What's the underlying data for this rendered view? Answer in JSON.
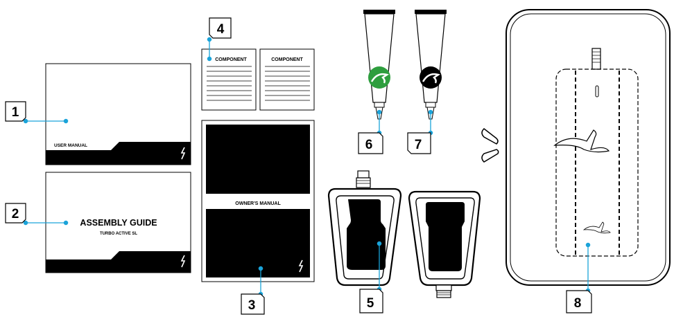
{
  "callouts": [
    {
      "number": "1",
      "part": "user-manual"
    },
    {
      "number": "2",
      "part": "assembly-guide"
    },
    {
      "number": "3",
      "part": "owners-manual"
    },
    {
      "number": "4",
      "part": "component-sheets"
    },
    {
      "number": "5",
      "part": "pedals"
    },
    {
      "number": "6",
      "part": "grease-tube-green"
    },
    {
      "number": "7",
      "part": "grease-tube-black"
    },
    {
      "number": "8",
      "part": "charger-case"
    }
  ],
  "documents": {
    "user_manual": "USER MANUAL",
    "assembly_guide_title": "ASSEMBLY GUIDE",
    "assembly_guide_subtitle": "TURBO ACTIVE SL",
    "owners_manual": "OWNER'S MANUAL",
    "component_left": "COMPONENT",
    "component_right": "COMPONENT"
  },
  "colors": {
    "callout_line": "#1aa3d9",
    "ink": "#000000",
    "green_logo": "#2e9e3e"
  }
}
